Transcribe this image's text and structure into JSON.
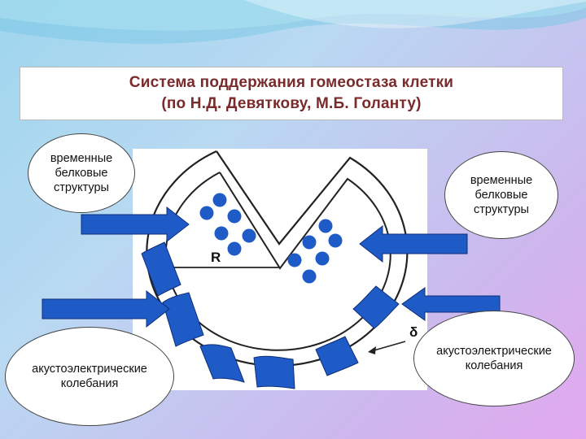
{
  "title": {
    "line1": "Система поддержания гомеостаза клетки",
    "line2": "(по Н.Д. Девяткову, М.Б. Голанту)"
  },
  "labels": {
    "protein_left": [
      "временные",
      "белковые",
      "структуры"
    ],
    "protein_right": [
      "временные",
      "белковые",
      "структуры"
    ],
    "acoustic_left": [
      "акустоэлектрические",
      "колебания"
    ],
    "acoustic_right": [
      "акустоэлектрические",
      "колебания"
    ]
  },
  "diagram": {
    "radius_label": "R",
    "thickness_label": "δ",
    "arrow_color": "#1e5bc6",
    "membrane_color": "#1e5bc6",
    "dot_color": "#1e5bc6",
    "title_color": "#7a2a2a"
  }
}
